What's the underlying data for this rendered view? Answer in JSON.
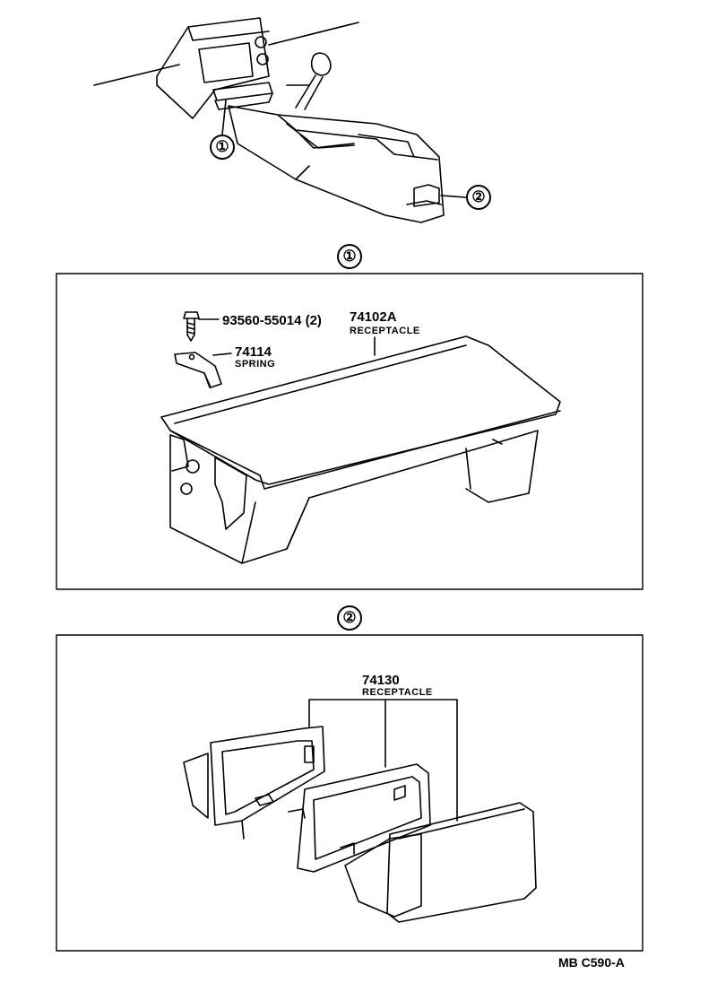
{
  "overview": {
    "callouts": [
      "①",
      "②"
    ]
  },
  "section1": {
    "marker": "①",
    "parts": [
      {
        "number": "93560-55014 (2)",
        "name": ""
      },
      {
        "number": "74114",
        "name": "SPRING"
      },
      {
        "number": "74102A",
        "name": "RECEPTACLE"
      }
    ]
  },
  "section2": {
    "marker": "②",
    "parts": [
      {
        "number": "74130",
        "name": "RECEPTACLE"
      }
    ]
  },
  "footer": {
    "code": "MB  C590-A"
  }
}
